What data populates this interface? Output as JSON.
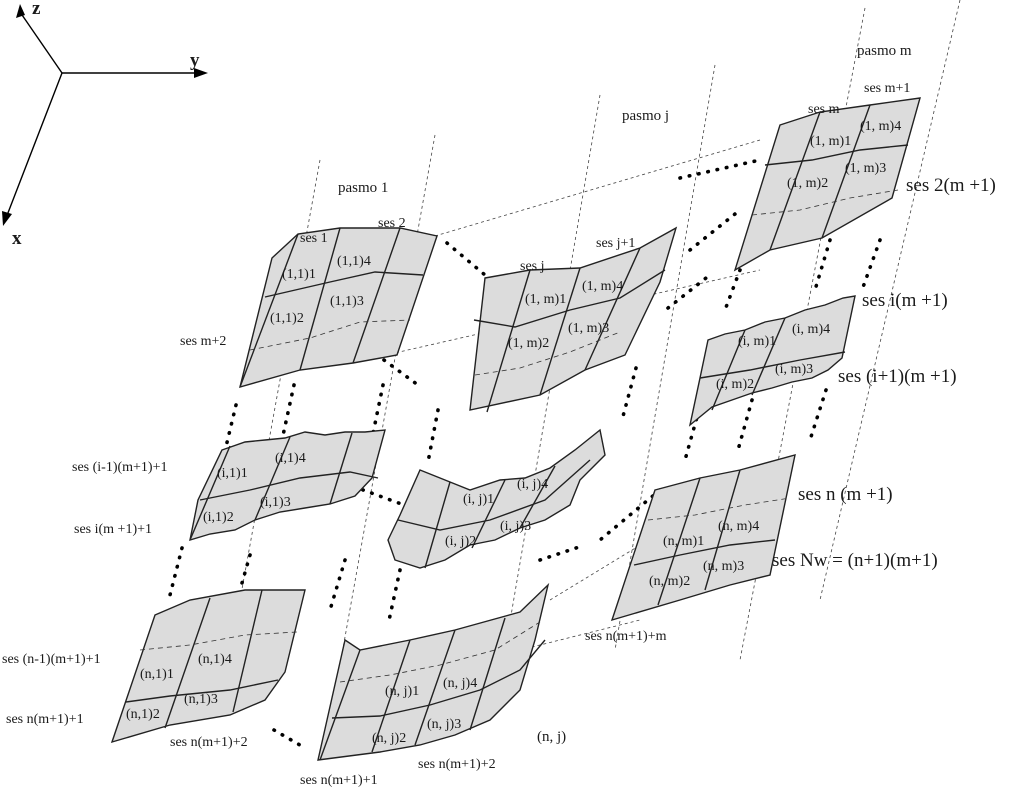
{
  "axes": {
    "z": "z",
    "y": "y",
    "x": "x"
  },
  "spans": {
    "p1": "pasmo 1",
    "pj": "pasmo  j",
    "pm": "pasmo m"
  },
  "nodes": {
    "ses1": "ses 1",
    "ses2": "ses 2",
    "sesj": "ses j",
    "sesj1": "ses j+1",
    "sesm": "ses m",
    "sesm1": "ses m+1",
    "sesm2": "ses m+2",
    "ses2m1": "ses 2(m  +1)",
    "sesim1": "ses i(m  +1)",
    "sesi1m1": "ses (i+1)(m  +1)",
    "sesi1m1p1": "ses (i-1)(m+1)+1",
    "sesim1p1": "ses i(m +1)+1",
    "sesnm1": "ses n (m  +1)",
    "sesNw": "ses Nw = (n+1)(m+1)",
    "sesnm1pm": "ses n(m+1)+m",
    "sesn1m1p1": "ses (n-1)(m+1)+1",
    "sesnm1p1_left": "ses n(m+1)+1",
    "sesnm1p2_left": "ses n(m+1)+2",
    "sesnm1p1_bottom": "ses n(m+1)+1",
    "sesnm1p2_bottom": "ses n(m+1)+2",
    "nj_tag": "(n, j)"
  },
  "cells": {
    "a1": "(1,1)1",
    "a4": "(1,1)4",
    "a2": "(1,1)2",
    "a3": "(1,1)3",
    "b1": "(1, m)1",
    "b4": "(1, m)4",
    "b2": "(1, m)2",
    "b3": "(1, m)3",
    "c1": "(1, m)1",
    "c4": "(1, m)4",
    "c2": "(1, m)2",
    "c3": "(1, m)3",
    "d1": "(i, m)1",
    "d4": "(i, m)4",
    "d2": "(i, m)2",
    "d3": "(i, m)3",
    "e1": "(i,1)1",
    "e4": "(i,1)4",
    "e2": "(i,1)2",
    "e3": "(i,1)3",
    "f1": "(i, j)1",
    "f4": "(i, j)4",
    "f2": "(i, j)2",
    "f3": "(i, j)3",
    "g1": "(n, m)1",
    "g4": "(n, m)4",
    "g2": "(n, m)2",
    "g3": "(n, m)3",
    "h1": "(n,1)1",
    "h4": "(n,1)4",
    "h2": "(n,1)2",
    "h3": "(n,1)3",
    "k1": "(n, j)1",
    "k4": "(n, j)4",
    "k2": "(n, j)2",
    "k3": "(n, j)3"
  }
}
